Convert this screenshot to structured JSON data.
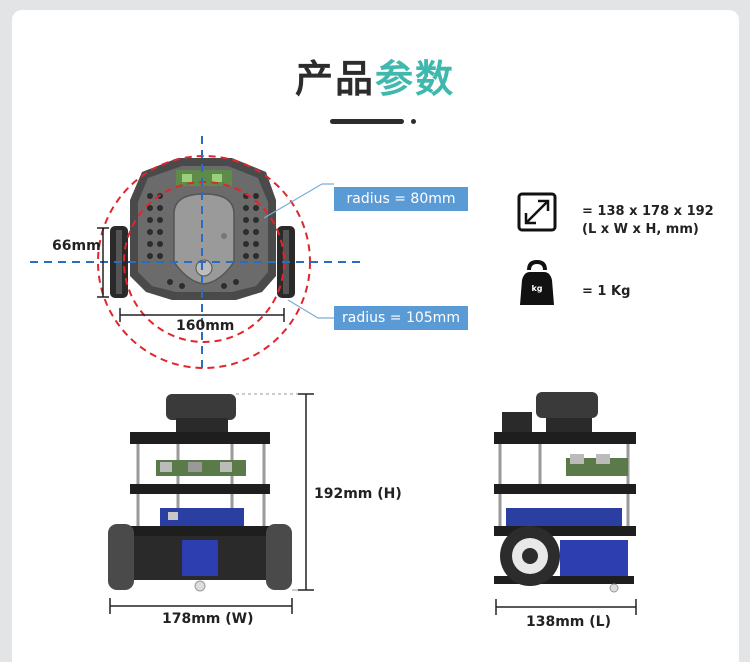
{
  "header": {
    "title_part1": "产品",
    "title_part2": "参数"
  },
  "top_view": {
    "dim_66": "66mm",
    "dim_160": "160mm",
    "radius_inner": "radius = 80mm",
    "radius_outer": "radius = 105mm"
  },
  "specs": {
    "size_line1": "= 138 x 178 x 192",
    "size_line2": "(L x W x H, mm)",
    "weight": "= 1 Kg",
    "weight_icon_text": "kg"
  },
  "front_view": {
    "height": "192mm (H)",
    "width": "178mm (W)"
  },
  "side_view": {
    "length": "138mm (L)"
  },
  "colors": {
    "accent": "#3fb8ad",
    "radius_box": "#5b9bd5",
    "dashed_red": "#e0262b",
    "dashed_blue": "#2a6cc2"
  },
  "icons": {
    "size": "expand-arrows-icon",
    "weight": "kettlebell-weight-icon"
  }
}
